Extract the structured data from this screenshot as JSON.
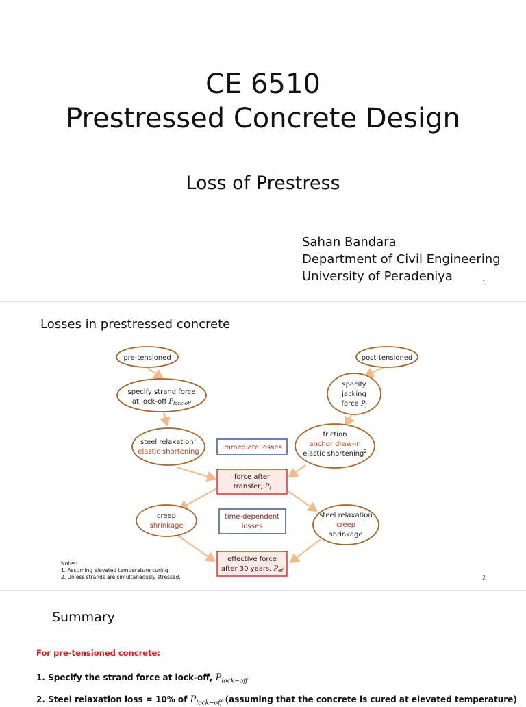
{
  "slide1": {
    "course_code": "CE 6510",
    "course_title": "Prestressed Concrete Design",
    "topic": "Loss of Prestress",
    "author_lines": [
      "Sahan Bandara",
      "Department of Civil Engineering",
      "University of Peradeniya"
    ],
    "page_number": "1"
  },
  "slide2": {
    "heading": "Losses in prestressed concrete",
    "nodes": {
      "pre_tensioned": "pre-tensioned",
      "post_tensioned": "post-tensioned",
      "specify_strand_line1": "specify strand force",
      "specify_strand_line2": "at lock-off",
      "specify_strand_symbol": "P",
      "specify_strand_sub": "lock-off",
      "specify_jacking_line1": "specify",
      "specify_jacking_line2": "jacking",
      "specify_jacking_line3": "force",
      "specify_jacking_symbol": "P",
      "specify_jacking_sub": "j",
      "steel_relax_left": "steel relaxation",
      "steel_relax_left_sup": "1",
      "elastic_left": "elastic shortening",
      "friction": "friction",
      "anchor": "anchor draw-in",
      "elastic_right": "elastic shortening",
      "elastic_right_sup": "2",
      "immediate_losses": "immediate losses",
      "force_after_line1": "force after",
      "force_after_line2": "transfer,",
      "force_after_symbol": "P",
      "force_after_sub": "i",
      "creep_left": "creep",
      "shrinkage_left": "shrinkage",
      "time_dependent_line1": "time-dependent",
      "time_dependent_line2": "losses",
      "steel_relax_right": "steel relaxation",
      "creep_right": "creep",
      "shrinkage_right": "shrinkage",
      "effective_line1": "effective force",
      "effective_line2": "after 30 years,",
      "effective_symbol": "P",
      "effective_sub": "ef"
    },
    "notes": {
      "title": "Notes:",
      "items": [
        "1.    Assuming elevated temperature curing",
        "2.    Unless strands are simultaneously stressed."
      ]
    },
    "page_number": "2"
  },
  "slide3": {
    "heading": "Summary",
    "pre_label": "For pre-tensioned concrete:",
    "item1_text": "1.   Specify the strand force at lock-off,",
    "item1_symbol": "P",
    "item1_sub": "lock−off",
    "item2_text": "2.   Steel relaxation loss = 10% of",
    "item2_symbol": "P",
    "item2_sub": "lock−off",
    "item2_tail": "(assuming that the concrete is cured at elevated temperature)"
  },
  "colors": {
    "oval_border": "#a9642a",
    "box_red": "#d9352b",
    "box_blue": "#3c5a96",
    "arrow": "#f3b98a",
    "red_text": "#b5451b",
    "maroon_text": "#8a2d2d",
    "label_red": "#e01b1b"
  }
}
